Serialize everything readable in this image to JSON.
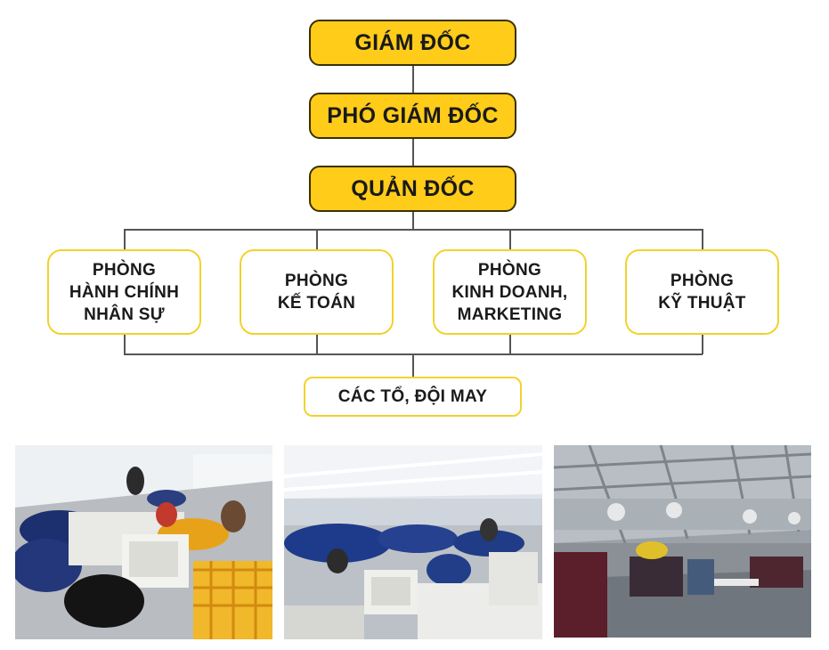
{
  "org_chart": {
    "director": "GIÁM ĐỐC",
    "deputy_director": "PHÓ GIÁM ĐỐC",
    "foreman": "QUẢN ĐỐC",
    "departments": [
      "PHÒNG\nHÀNH CHÍNH\nNHÂN SỰ",
      "PHÒNG\nKẾ TOÁN",
      "PHÒNG\nKINH DOANH,\nMARKETING",
      "PHÒNG\nKỸ THUẬT"
    ],
    "sewing_teams": "CÁC TỔ, ĐỘI MAY"
  },
  "photos": [
    {
      "name": "sewing-workshop-photo-1"
    },
    {
      "name": "sewing-workshop-photo-2"
    },
    {
      "name": "factory-hall-photo"
    }
  ],
  "colors": {
    "box_fill": "#ffcc1a",
    "box_border": "#3a3000",
    "dept_border": "#f2d22e",
    "connector": "#555555"
  }
}
